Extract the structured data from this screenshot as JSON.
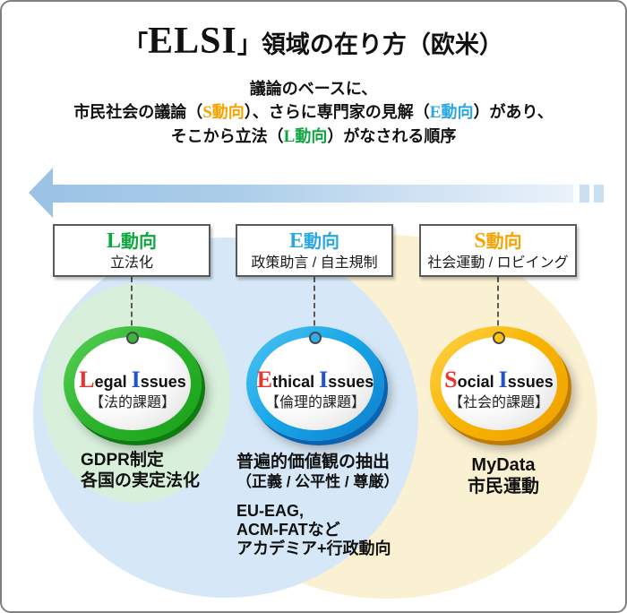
{
  "frame": {
    "border_color": "#808080",
    "background": "#ffffff"
  },
  "title": {
    "open": "「",
    "elsi": "ELSI",
    "close": "」",
    "rest": "領域の在り方",
    "paren": "（欧米）"
  },
  "subtitle": {
    "line1": "議論のベースに、",
    "line2": {
      "pre": "市民社会の議論（",
      "s_letter": "S",
      "s_word": "動向",
      "mid": "）、さらに専門家の見解（",
      "e_letter": "E",
      "e_word": "動向",
      "post": "）があり、"
    },
    "line3": {
      "pre": "そこから立法（",
      "l_letter": "L",
      "l_word": "動向",
      "post": "）がなされる順序"
    }
  },
  "arrow": {
    "direction": "left",
    "color_start": "#9CC3E6",
    "color_end": "#EAF2FA",
    "dash_color": "#CBDFF2"
  },
  "colors": {
    "green_accent": "#0DA63F",
    "blue_accent": "#2AA7E2",
    "orange_accent": "#F6A200",
    "initial_red": "#E8352E",
    "initial_blue": "#2253C4",
    "green_ring": "#2DB42D",
    "blue_ring": "#18A6E8",
    "gold_ring": "#F8B500",
    "green_bg": "#D8F0DB",
    "blue_bg": "#D6E8F7",
    "cream_bg": "#FAF0D2"
  },
  "columns": [
    {
      "box": {
        "letter": "L",
        "word": "動向",
        "desc": "立法化"
      },
      "badge": {
        "initial": "L",
        "rest1": "egal",
        "i_letter": "I",
        "rest2": "ssues",
        "jp": "【法的課題】"
      },
      "notes": [
        "GDPR制定",
        "各国の実定法化"
      ]
    },
    {
      "box": {
        "letter": "E",
        "word": "動向",
        "desc": "政策助言 / 自主規制"
      },
      "badge": {
        "initial": "E",
        "rest1": "thical",
        "i_letter": "I",
        "rest2": "ssues",
        "jp": "【倫理的課題】"
      },
      "notes": [
        "普遍的価値観の抽出",
        "（正義 / 公平性 / 尊厳）",
        "EU-EAG,",
        "ACM-FATなど",
        "アカデミア+行政動向"
      ]
    },
    {
      "box": {
        "letter": "S",
        "word": "動向",
        "desc": "社会運動 / ロビイング"
      },
      "badge": {
        "initial": "S",
        "rest1": "ocial",
        "i_letter": "I",
        "rest2": "ssues",
        "jp": "【社会的課題】"
      },
      "notes": [
        "MyData",
        "市民運動"
      ]
    }
  ]
}
